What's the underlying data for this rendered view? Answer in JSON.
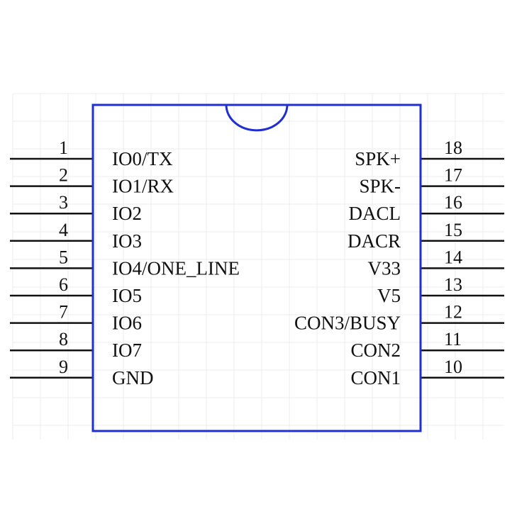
{
  "component": {
    "left_pins": [
      {
        "number": "1",
        "name": "IO0/TX"
      },
      {
        "number": "2",
        "name": "IO1/RX"
      },
      {
        "number": "3",
        "name": "IO2"
      },
      {
        "number": "4",
        "name": "IO3"
      },
      {
        "number": "5",
        "name": "IO4/ONE_LINE"
      },
      {
        "number": "6",
        "name": "IO5"
      },
      {
        "number": "7",
        "name": "IO6"
      },
      {
        "number": "8",
        "name": "IO7"
      },
      {
        "number": "9",
        "name": "GND"
      }
    ],
    "right_pins": [
      {
        "number": "18",
        "name": "SPK+"
      },
      {
        "number": "17",
        "name": "SPK-"
      },
      {
        "number": "16",
        "name": "DACL"
      },
      {
        "number": "15",
        "name": "DACR"
      },
      {
        "number": "14",
        "name": "V33"
      },
      {
        "number": "13",
        "name": "V5"
      },
      {
        "number": "12",
        "name": "CON3/BUSY"
      },
      {
        "number": "11",
        "name": "CON2"
      },
      {
        "number": "10",
        "name": "CON1"
      }
    ]
  },
  "colors": {
    "body_outline": "#1f2fd0",
    "lead": "#111111",
    "text": "#111111",
    "grid": "#ececec"
  }
}
